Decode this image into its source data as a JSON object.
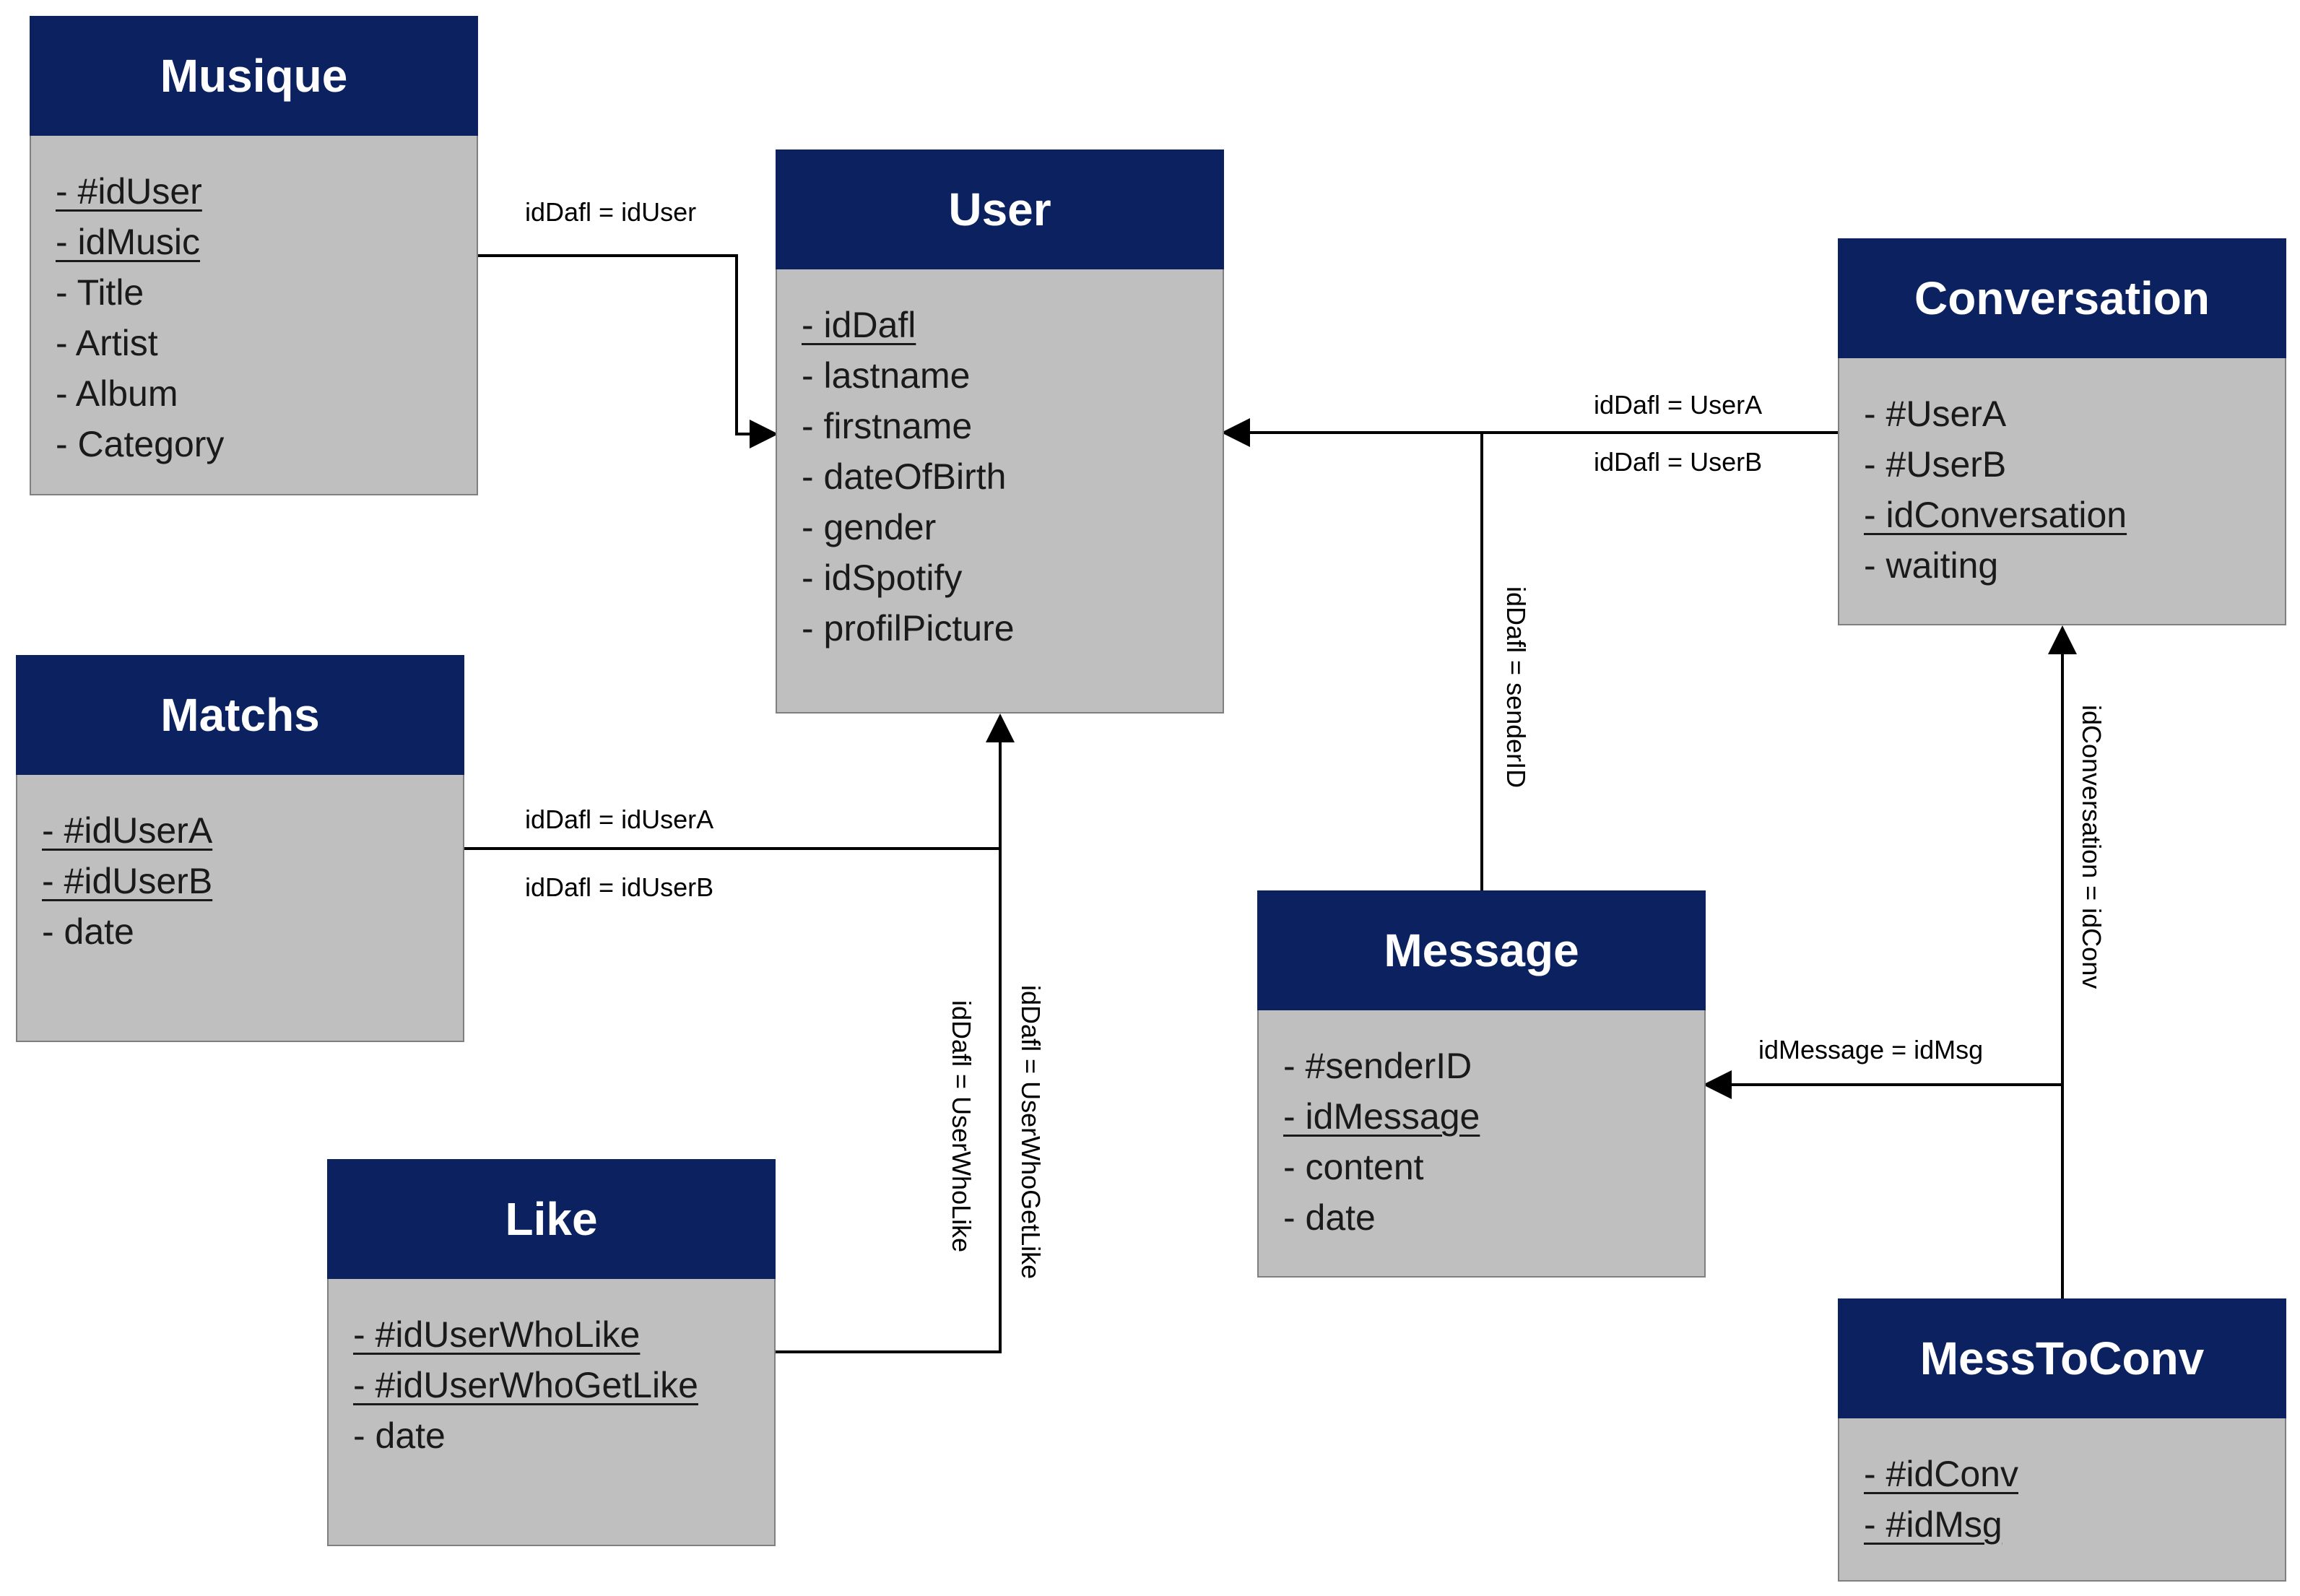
{
  "entities": {
    "musique": {
      "title": "Musique",
      "attributes": [
        {
          "text": "- #idUser",
          "key": true
        },
        {
          "text": "- idMusic",
          "key": true
        },
        {
          "text": "- Title",
          "key": false
        },
        {
          "text": "- Artist",
          "key": false
        },
        {
          "text": "- Album",
          "key": false
        },
        {
          "text": "- Category",
          "key": false
        }
      ]
    },
    "user": {
      "title": "User",
      "attributes": [
        {
          "text": "- idDafl",
          "key": true
        },
        {
          "text": "- lastname",
          "key": false
        },
        {
          "text": "- firstname",
          "key": false
        },
        {
          "text": "- dateOfBirth",
          "key": false
        },
        {
          "text": "- gender",
          "key": false
        },
        {
          "text": "- idSpotify",
          "key": false
        },
        {
          "text": "- profilPicture",
          "key": false
        }
      ]
    },
    "conversation": {
      "title": "Conversation",
      "attributes": [
        {
          "text": "- #UserA",
          "key": false
        },
        {
          "text": "- #UserB",
          "key": false
        },
        {
          "text": "- idConversation",
          "key": true
        },
        {
          "text": "- waiting",
          "key": false
        }
      ]
    },
    "matchs": {
      "title": "Matchs",
      "attributes": [
        {
          "text": "- #idUserA",
          "key": true
        },
        {
          "text": "- #idUserB",
          "key": true
        },
        {
          "text": "- date",
          "key": false
        }
      ]
    },
    "message": {
      "title": "Message",
      "attributes": [
        {
          "text": "- #senderID",
          "key": false
        },
        {
          "text": "- idMessage",
          "key": true
        },
        {
          "text": "- content",
          "key": false
        },
        {
          "text": "- date",
          "key": false
        }
      ]
    },
    "like": {
      "title": "Like",
      "attributes": [
        {
          "text": "- #idUserWhoLike",
          "key": true
        },
        {
          "text": "- #idUserWhoGetLike",
          "key": true
        },
        {
          "text": "- date",
          "key": false
        }
      ]
    },
    "messtoconv": {
      "title": "MessToConv",
      "attributes": [
        {
          "text": "- #idConv",
          "key": true
        },
        {
          "text": "- #idMsg",
          "key": true
        }
      ]
    }
  },
  "relations": {
    "musique_user": "idDafl = idUser",
    "conv_usera": "idDafl = UserA",
    "conv_userb": "idDafl = UserB",
    "message_sender": "idDafl = senderID",
    "matchs_usera": "idDafl = idUserA",
    "matchs_userb": "idDafl = idUserB",
    "like_wholike": "idDafl = UserWhoLike",
    "like_whogetlike": "idDafl = UserWhoGetLike",
    "messtoconv_conv": "idConversation = idConv",
    "messtoconv_msg": "idMessage = idMsg"
  },
  "colors": {
    "header": "#0b2160",
    "body": "#bfbfbf",
    "line": "#000000"
  }
}
